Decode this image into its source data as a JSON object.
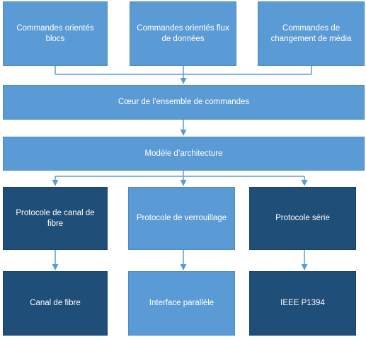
{
  "diagram": {
    "top_row": [
      "Commandes orientés blocs",
      "Commandes orientés flux de données",
      "Commandes de changement de média"
    ],
    "core": "Cœur de l’ensemble de commandes",
    "architecture": "Modèle d’architecture",
    "protocols": [
      "Protocole de canal de fibre",
      "Protocole de verrouillage",
      "Protocole série"
    ],
    "interfaces": [
      "Canal de fibre",
      "Interface parallèle",
      "IEEE P1394"
    ],
    "colors": {
      "light_box": "#5b9bd5",
      "dark_box": "#1f4e79",
      "connector": "#5b9bd5"
    }
  }
}
